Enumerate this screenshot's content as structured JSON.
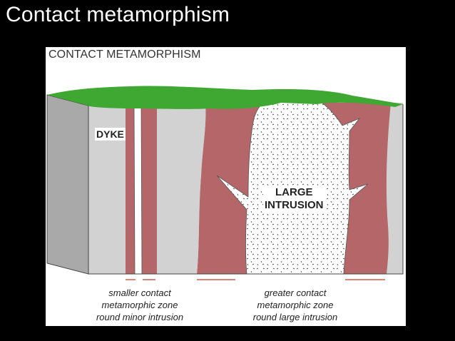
{
  "slide": {
    "title": "Contact metamorphism"
  },
  "figure": {
    "title": "CONTACT METAMORPHISM",
    "labels": {
      "dyke": "DYKE",
      "large_intrusion_line1": "LARGE",
      "large_intrusion_line2": "INTRUSION"
    },
    "captions": {
      "small": [
        "smaller contact",
        "metamorphic zone",
        "round minor intrusion"
      ],
      "large": [
        "greater contact",
        "metamorphic zone",
        "round large intrusion"
      ]
    },
    "colors": {
      "surface": "#3ea832",
      "metamorphic_zone": "#b56669",
      "country_rock": "#d2d2d2",
      "side_face": "#a9a9a9",
      "intrusion": "#ffffff",
      "marker": "#c0392b"
    }
  }
}
